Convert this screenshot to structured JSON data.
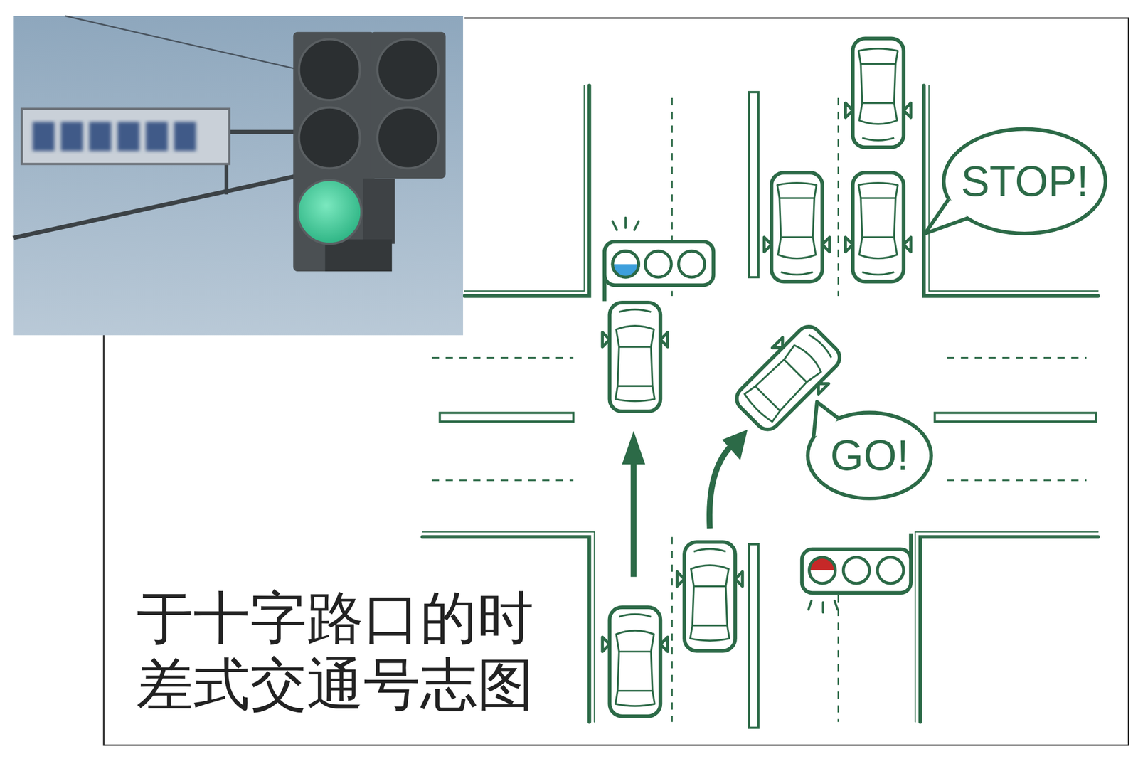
{
  "diagram": {
    "caption": "于十字路口的时 差式交通号志图",
    "nodes": [
      {
        "text": [
          "STOP!"
        ]
      },
      {
        "text": [
          "GO!"
        ]
      }
    ]
  }
}
